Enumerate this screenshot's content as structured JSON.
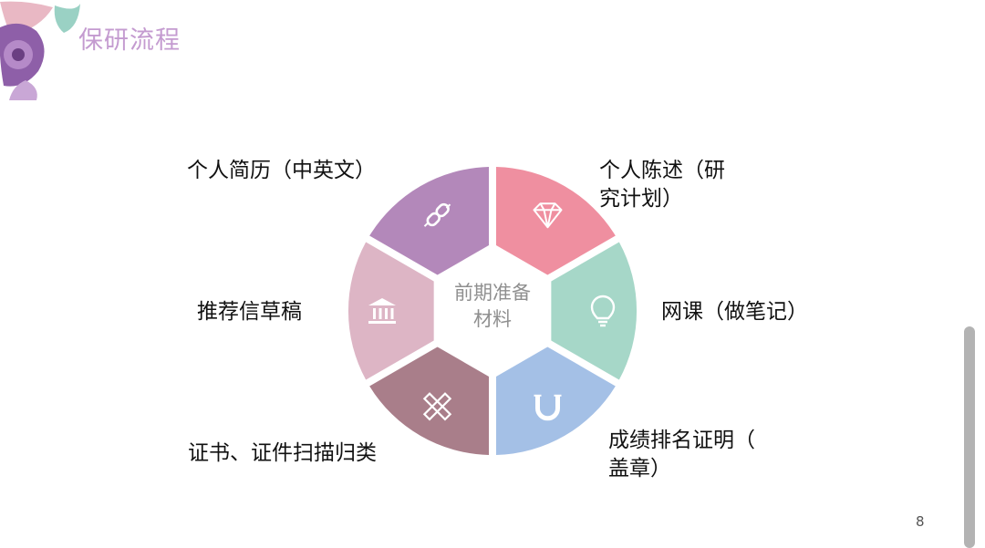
{
  "header": {
    "title": "保研流程"
  },
  "diagram": {
    "center": [
      "前期准备",
      "材料"
    ],
    "labels": {
      "resume": [
        "个人简历（中英文）"
      ],
      "personal_statement": [
        "个人陈述（研",
        "究计划）"
      ],
      "recommendation": [
        "推荐信草稿"
      ],
      "online_course": [
        "网课（做笔记）"
      ],
      "certificates": [
        "证书、证件扫描归类"
      ],
      "grade_rank": [
        "成绩排名证明（",
        "盖章）"
      ]
    },
    "colors": {
      "resume": "#b388ba",
      "personal_statement": "#ef8fa0",
      "online_course": "#a6d7c8",
      "grade_rank": "#a4c0e6",
      "certificates": "#a97e8a",
      "recommendation": "#ddb5c5"
    },
    "icons": {
      "resume": "link-icon",
      "personal_statement": "diamond-icon",
      "online_course": "lightbulb-icon",
      "grade_rank": "magnet-icon",
      "certificates": "pencil-ruler-icon",
      "recommendation": "bank-icon"
    }
  },
  "footer": {
    "page_number": "8"
  }
}
